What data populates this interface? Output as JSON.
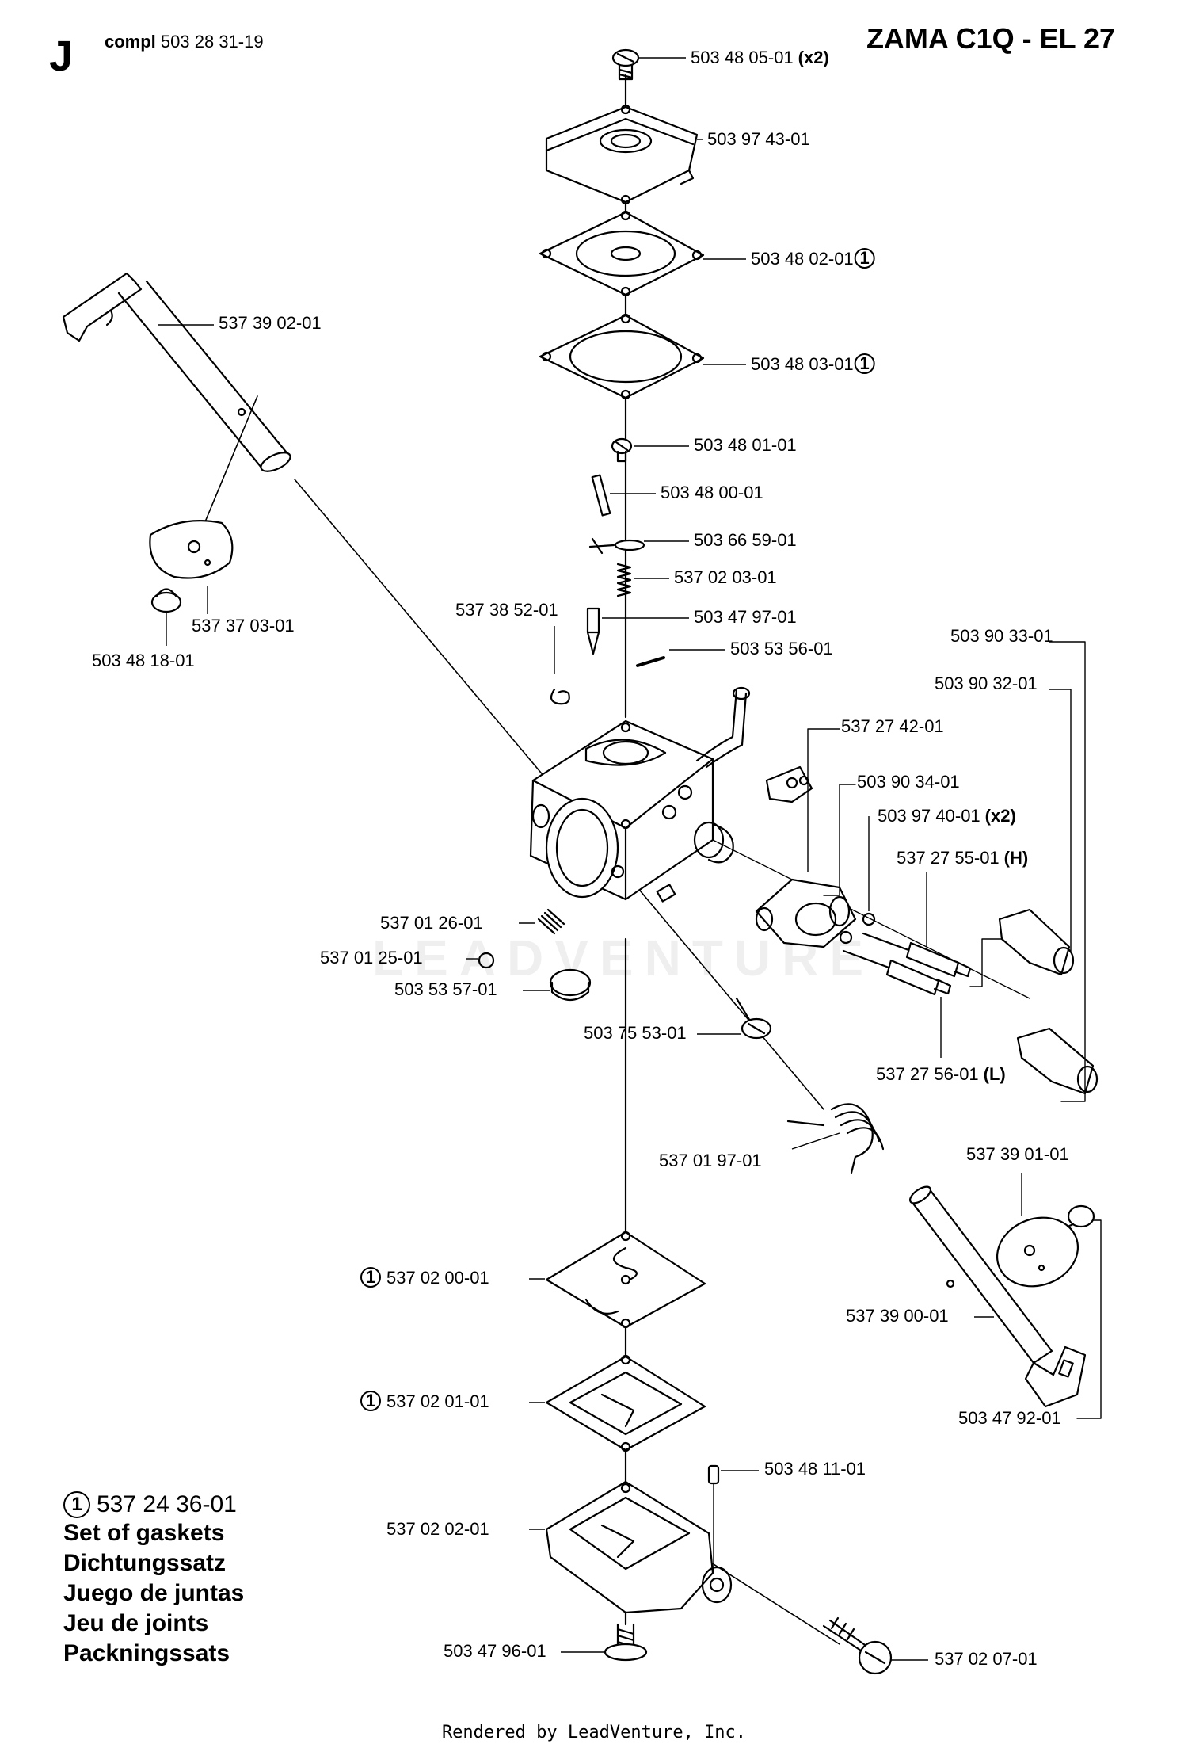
{
  "header": {
    "section_letter": "J",
    "compl_label": "compl",
    "compl_number": "503 28 31-19",
    "model": "ZAMA C1Q - EL 27"
  },
  "parts": [
    {
      "id": "p01",
      "number": "503 48 05-01",
      "suffix": "(x2)",
      "marker": ""
    },
    {
      "id": "p02",
      "number": "503 97 43-01",
      "suffix": "",
      "marker": ""
    },
    {
      "id": "p03",
      "number": "503 48 02-01",
      "suffix": "",
      "marker": "1"
    },
    {
      "id": "p04",
      "number": "503 48 03-01",
      "suffix": "",
      "marker": "1"
    },
    {
      "id": "p05",
      "number": "537 39 02-01",
      "suffix": "",
      "marker": ""
    },
    {
      "id": "p06",
      "number": "503 48 01-01",
      "suffix": "",
      "marker": ""
    },
    {
      "id": "p07",
      "number": "503 48 00-01",
      "suffix": "",
      "marker": ""
    },
    {
      "id": "p08",
      "number": "503 66 59-01",
      "suffix": "",
      "marker": ""
    },
    {
      "id": "p09",
      "number": "537 02 03-01",
      "suffix": "",
      "marker": ""
    },
    {
      "id": "p10",
      "number": "537 37 03-01",
      "suffix": "",
      "marker": ""
    },
    {
      "id": "p11",
      "number": "503 48 18-01",
      "suffix": "",
      "marker": ""
    },
    {
      "id": "p12",
      "number": "537 38 52-01",
      "suffix": "",
      "marker": ""
    },
    {
      "id": "p13",
      "number": "503 47 97-01",
      "suffix": "",
      "marker": ""
    },
    {
      "id": "p14",
      "number": "503 53 56-01",
      "suffix": "",
      "marker": ""
    },
    {
      "id": "p15",
      "number": "503 90 33-01",
      "suffix": "",
      "marker": ""
    },
    {
      "id": "p16",
      "number": "503 90 32-01",
      "suffix": "",
      "marker": ""
    },
    {
      "id": "p17",
      "number": "537 27 42-01",
      "suffix": "",
      "marker": ""
    },
    {
      "id": "p18",
      "number": "503 90 34-01",
      "suffix": "",
      "marker": ""
    },
    {
      "id": "p19",
      "number": "503 97 40-01",
      "suffix": "(x2)",
      "marker": ""
    },
    {
      "id": "p20",
      "number": "537 27 55-01",
      "suffix": "(H)",
      "marker": ""
    },
    {
      "id": "p21",
      "number": "537 01 26-01",
      "suffix": "",
      "marker": ""
    },
    {
      "id": "p22",
      "number": "537 01 25-01",
      "suffix": "",
      "marker": ""
    },
    {
      "id": "p23",
      "number": "503 53 57-01",
      "suffix": "",
      "marker": ""
    },
    {
      "id": "p24",
      "number": "503 75 53-01",
      "suffix": "",
      "marker": ""
    },
    {
      "id": "p25",
      "number": "537 27 56-01",
      "suffix": "(L)",
      "marker": ""
    },
    {
      "id": "p26",
      "number": "537 01 97-01",
      "suffix": "",
      "marker": ""
    },
    {
      "id": "p27",
      "number": "537 39 01-01",
      "suffix": "",
      "marker": ""
    },
    {
      "id": "p28",
      "number": "537 02 00-01",
      "suffix": "",
      "marker": "1"
    },
    {
      "id": "p29",
      "number": "537 39 00-01",
      "suffix": "",
      "marker": ""
    },
    {
      "id": "p30",
      "number": "537 02 01-01",
      "suffix": "",
      "marker": "1"
    },
    {
      "id": "p31",
      "number": "503 47 92-01",
      "suffix": "",
      "marker": ""
    },
    {
      "id": "p32",
      "number": "503 48 11-01",
      "suffix": "",
      "marker": ""
    },
    {
      "id": "p33",
      "number": "537 02 02-01",
      "suffix": "",
      "marker": ""
    },
    {
      "id": "p34",
      "number": "503 47 96-01",
      "suffix": "",
      "marker": ""
    },
    {
      "id": "p35",
      "number": "537 02 07-01",
      "suffix": "",
      "marker": ""
    }
  ],
  "legend": {
    "marker": "1",
    "kit_number": "537 24 36-01",
    "lines": [
      "Set of gaskets",
      "Dichtungssatz",
      "Juego de juntas",
      "Jeu de joints",
      "Packningssats"
    ]
  },
  "footer": "Rendered by LeadVenture, Inc.",
  "watermark": "LEADVENTURE"
}
